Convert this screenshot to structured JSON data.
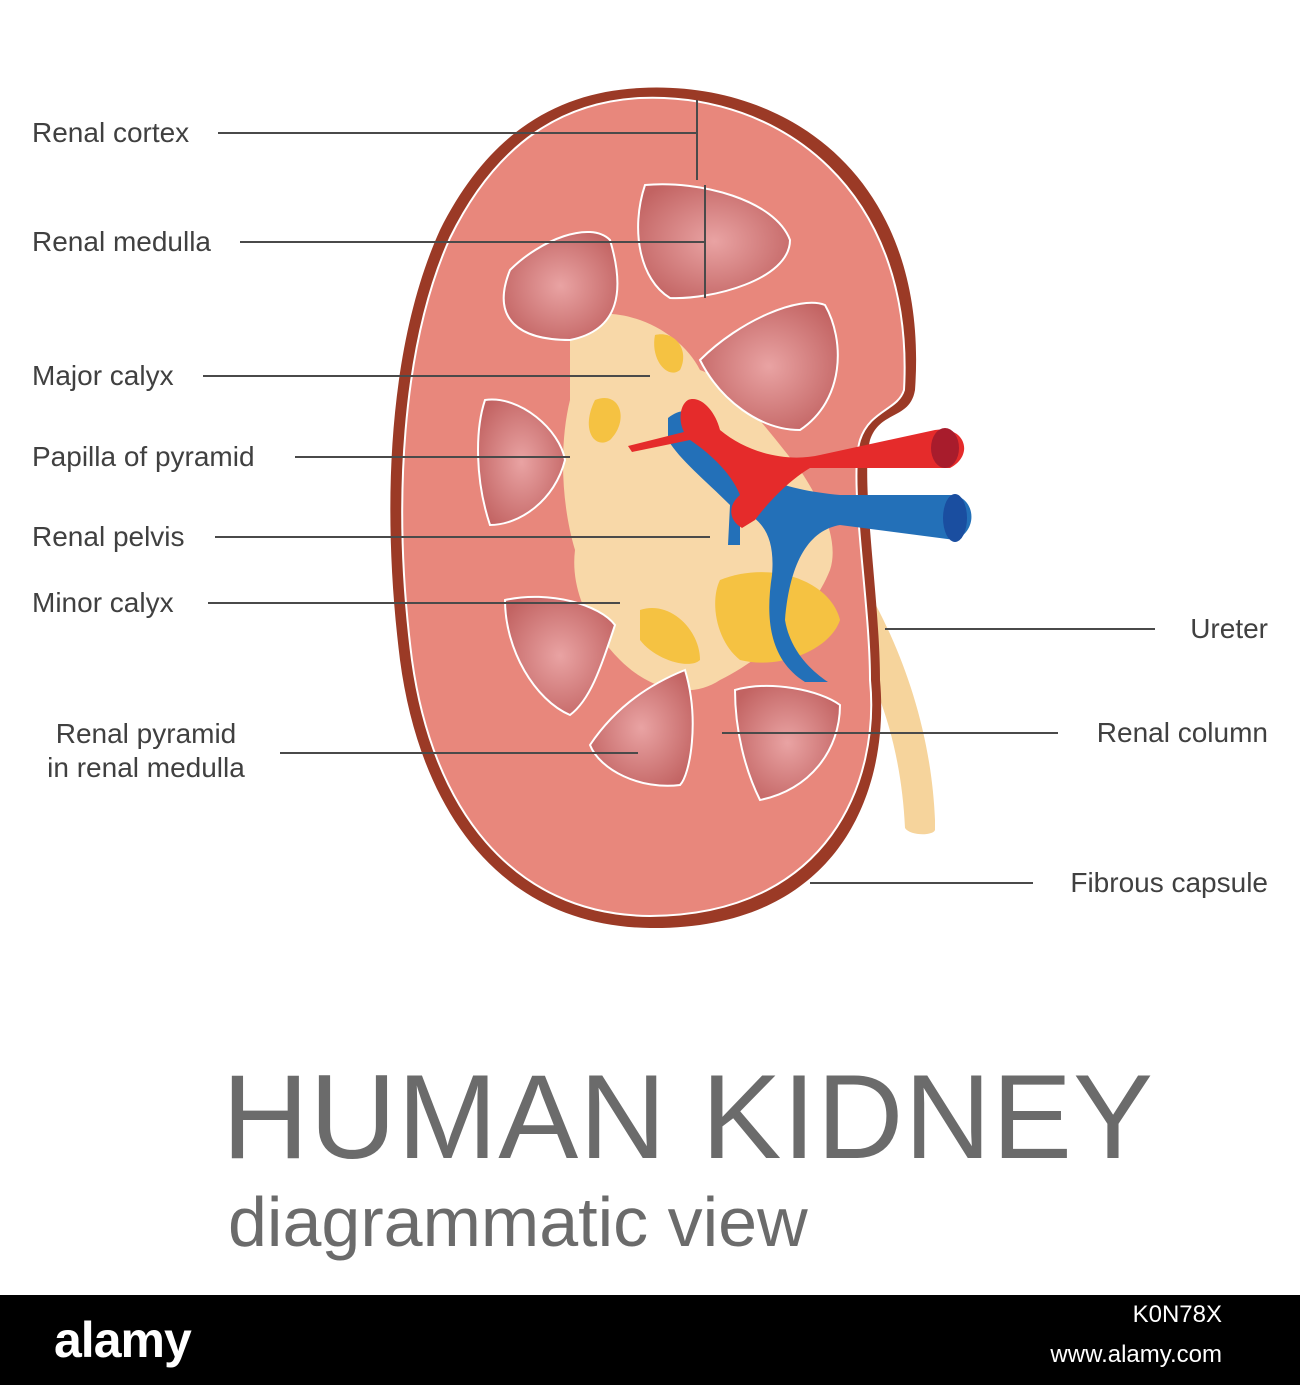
{
  "title": "HUMAN KIDNEY",
  "subtitle": "diagrammatic view",
  "labels": {
    "renal_cortex": "Renal cortex",
    "renal_medulla": "Renal medulla",
    "major_calyx": "Major calyx",
    "papilla_of_pyramid": "Papilla of pyramid",
    "renal_pelvis": "Renal pelvis",
    "minor_calyx": "Minor calyx",
    "renal_pyramid_line1": "Renal pyramid",
    "renal_pyramid_line2": "in renal medulla",
    "ureter": "Ureter",
    "renal_column": "Renal column",
    "fibrous_capsule": "Fibrous capsule"
  },
  "footer": {
    "brand": "alamy",
    "stock_id": "K0N78X",
    "url": "www.alamy.com"
  },
  "colors": {
    "capsule": "#9b3a26",
    "cortex": "#e8877c",
    "pyramid": "#c86b6b",
    "pelvis": "#f8d8a8",
    "calyx_fat": "#f5c242",
    "artery": "#e52b2b",
    "vein": "#2370b8",
    "ureter": "#f6d49c",
    "leader": "#4a4a4a"
  }
}
